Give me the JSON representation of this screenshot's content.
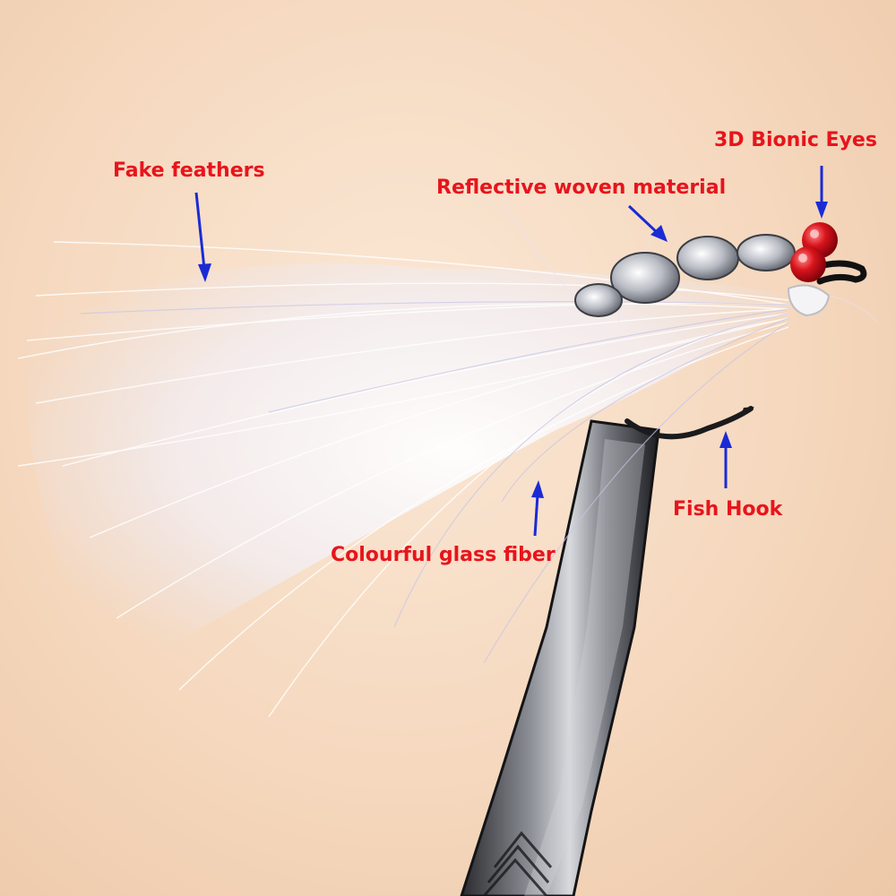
{
  "image": {
    "background_color": "#f6dcc4",
    "label_color": "#e8141c",
    "arrow_color": "#1a2bd6"
  },
  "callouts": {
    "fake_feathers": "Fake feathers",
    "reflective_woven_material": "Reflective woven material",
    "bionic_eyes": "3D Bionic Eyes",
    "fish_hook": "Fish Hook",
    "glass_fiber": "Colourful glass fiber"
  },
  "objects": {
    "lure": "white-marabou-streamer-fly",
    "eyes": "red-bead-eyes",
    "holder": "steel-tweezers-vise"
  }
}
